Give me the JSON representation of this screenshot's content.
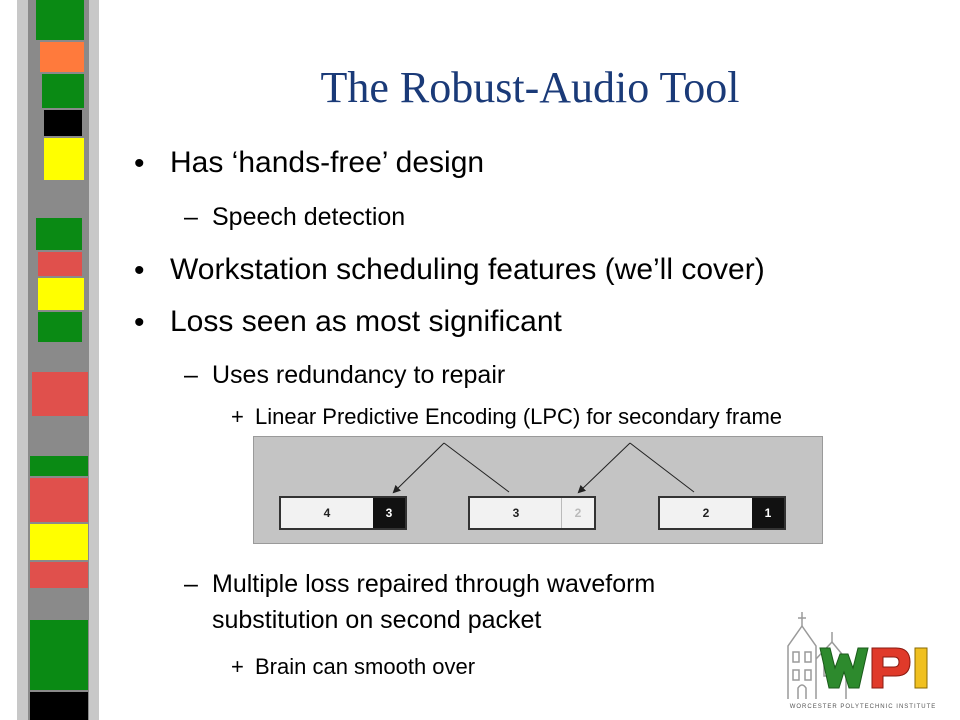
{
  "slide": {
    "title": "The Robust-Audio Tool",
    "bullets": [
      {
        "text": "Has ‘hands-free’ design",
        "marker": "•"
      },
      {
        "text": "Speech detection",
        "marker": "–"
      },
      {
        "text": "Workstation scheduling features (we’ll cover)",
        "marker": "•"
      },
      {
        "text": "Loss seen as most significant",
        "marker": "•"
      },
      {
        "text": "Uses redundancy to repair",
        "marker": "–"
      },
      {
        "text": "Linear Predictive Encoding (LPC) for secondary frame",
        "marker": "+"
      },
      {
        "text": "Multiple loss repaired through waveform",
        "marker": "–"
      },
      {
        "text": "substitution on second packet",
        "marker": ""
      },
      {
        "text": "Brain can smooth over",
        "marker": "+"
      }
    ]
  },
  "diagram": {
    "packets": [
      {
        "primary": "4",
        "redundant": "3"
      },
      {
        "primary": "3",
        "redundant": "2"
      },
      {
        "primary": "2",
        "redundant": "1"
      }
    ]
  },
  "logo": {
    "letters": "WPI",
    "caption": "WORCESTER POLYTECHNIC INSTITUTE",
    "colors": {
      "w": "#2d8a2d",
      "p": "#e03a2a",
      "i": "#f0c020"
    }
  },
  "sidebar": {
    "colors": {
      "green": "#0a8a14",
      "orange": "#ff7a3c",
      "black": "#000000",
      "yellow": "#ffff00",
      "red": "#e0504c",
      "gray": "#8a8a8a"
    }
  }
}
